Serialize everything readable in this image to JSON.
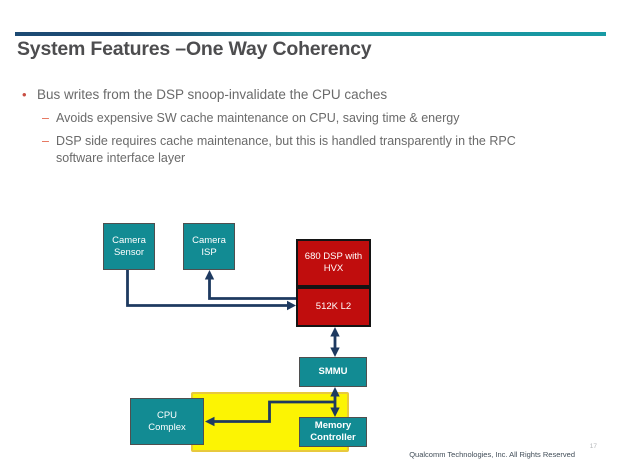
{
  "title": "System Features –One Way Coherency",
  "bullets": {
    "bullet_glyph": "•",
    "dash_glyph": "–",
    "main": "Bus writes from the DSP snoop-invalidate the CPU caches",
    "sub1": "Avoids expensive SW cache maintenance on CPU, saving time & energy",
    "sub2": "DSP side requires cache maintenance, but this is handled transparently in the RPC software interface layer"
  },
  "diagram": {
    "camera_sensor": "Camera Sensor",
    "camera_isp": "Camera ISP",
    "dsp": "680 DSP with HVX",
    "l2": "512K L2",
    "smmu": "SMMU",
    "cpu_complex": "CPU Complex",
    "memory_controller": "Memory Controller",
    "edges": [
      {
        "from": "Camera Sensor",
        "to": "512K L2",
        "direction": "one-way"
      },
      {
        "from": "512K L2",
        "to": "Camera ISP",
        "direction": "one-way"
      },
      {
        "from": "512K L2",
        "to": "SMMU",
        "direction": "two-way"
      },
      {
        "from": "SMMU",
        "to": "Memory Controller",
        "direction": "two-way"
      },
      {
        "from": "SMMU–Memory Controller link",
        "to": "CPU Complex",
        "direction": "one-way"
      }
    ]
  },
  "footer": {
    "copyright": "Qualcomm Technologies, Inc. All Rights Reserved",
    "page_number": "17"
  },
  "colors": {
    "teal_box": "#128b93",
    "red_box": "#c00d0d",
    "arrow": "#1e3a60",
    "highlight_yellow": "#fcf403",
    "highlight_border": "#e8c93c",
    "accent_bar_left": "#1c4a73",
    "accent_bar_right": "#189aa4",
    "bullet_marker": "#c94f44",
    "sub_dash_marker": "#e4684d",
    "title_text": "#4d4d4f",
    "body_text": "#6a6a6a"
  }
}
